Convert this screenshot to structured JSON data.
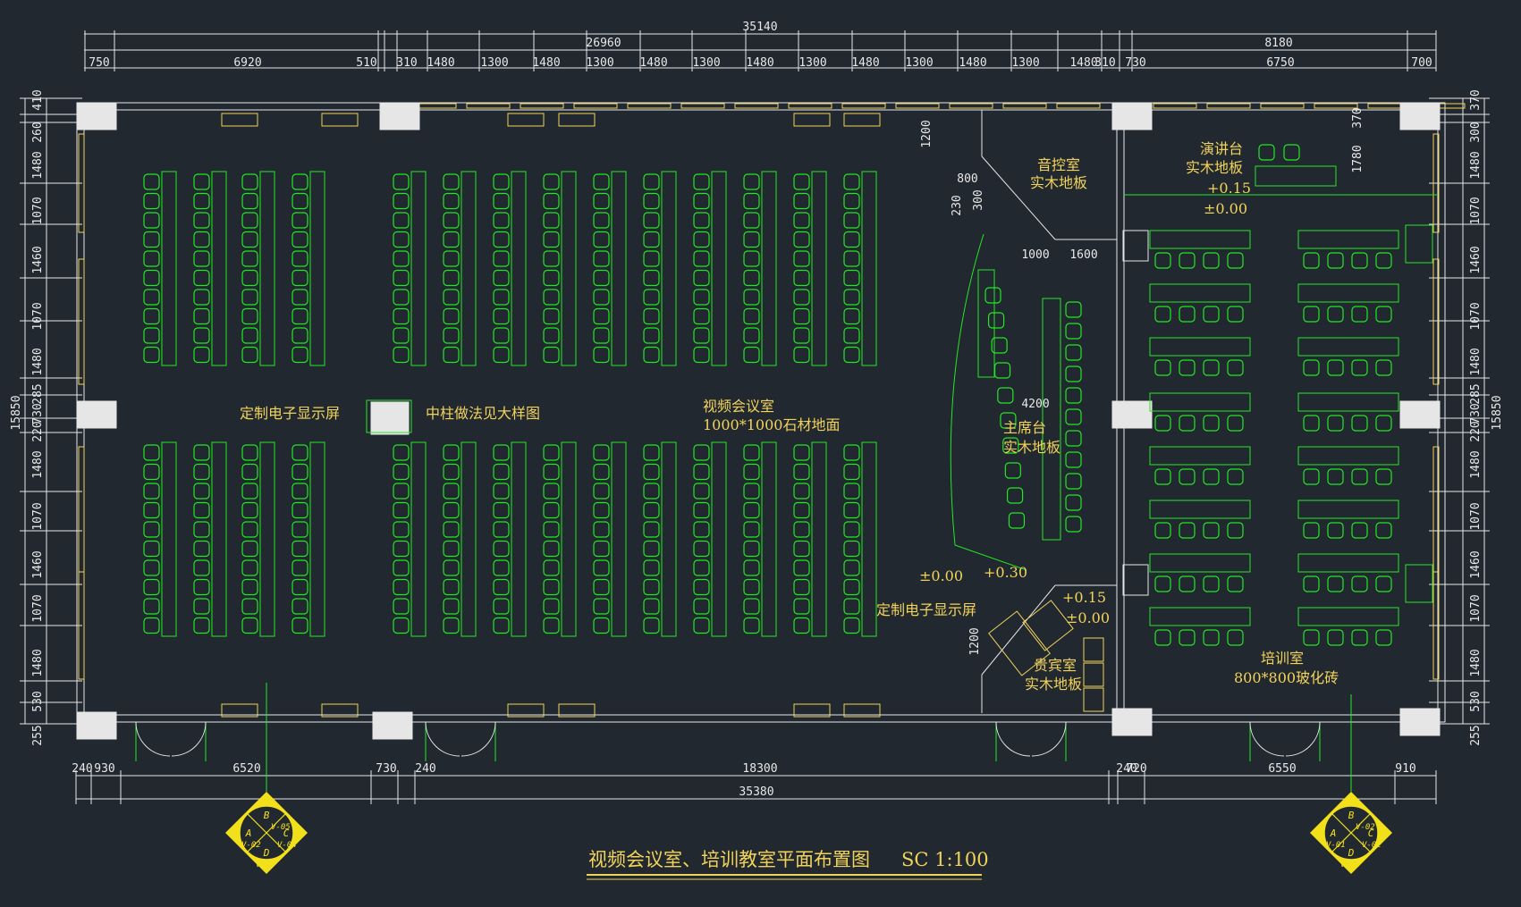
{
  "drawing": {
    "title": "视频会议室、培训教室平面布置图",
    "scale": "SC 1:100"
  },
  "dimensions": {
    "top_total": "35140",
    "top_left": "26960",
    "top_right": "8180",
    "top_row": [
      "750",
      "6920",
      "510",
      "310",
      "1480",
      "1300",
      "1480",
      "1300",
      "1480",
      "1300",
      "1480",
      "1300",
      "1480",
      "1300",
      "1480",
      "1300",
      "1480",
      "310",
      "730",
      "6750",
      "700"
    ],
    "bottom_total": "35380",
    "bottom_row": [
      "240",
      "930",
      "6520",
      "730",
      "240",
      "18300",
      "240",
      "720",
      "6550",
      "910"
    ],
    "left_total": "15850",
    "left_col": [
      "410",
      "260",
      "1480",
      "1070",
      "1460",
      "1070",
      "1480",
      "285",
      "730",
      "220",
      "1480",
      "1070",
      "1460",
      "1070",
      "1480",
      "530",
      "255"
    ],
    "right_total": "15850",
    "right_col": [
      "370",
      "300",
      "1480",
      "1070",
      "1460",
      "1070",
      "1480",
      "285",
      "730",
      "220",
      "1480",
      "1070",
      "1460",
      "1070",
      "1480",
      "530",
      "255"
    ],
    "interior": [
      "1200",
      "800",
      "300",
      "230",
      "1000",
      "1600",
      "4200",
      "1200",
      "370",
      "1780"
    ]
  },
  "labels": {
    "screen_left": "定制电子显示屏",
    "column_detail": "中柱做法见大样图",
    "video_room": "视频会议室",
    "video_floor": "1000*1000石材地面",
    "audio_room": "音控室",
    "audio_floor": "实木地板",
    "podium": "演讲台",
    "podium_floor": "实木地板",
    "level_podium": "+0.15",
    "level_zero_top": "±0.00",
    "main_stage": "主席台",
    "main_stage_floor": "实木地板",
    "level_zero_left": "±0.00",
    "level_stage": "+0.30",
    "screen_right": "定制电子显示屏",
    "level_vip": "+0.15",
    "level_zero_vip": "±0.00",
    "vip_room": "贵宾室",
    "vip_floor": "实木地板",
    "training_room": "培训室",
    "training_floor": "800*800玻化砖"
  },
  "markers": {
    "left": {
      "top": "B",
      "topref": "V-05",
      "left": "A",
      "leftref": "V-02",
      "right": "C",
      "rightref": "V-04",
      "bottom": "D",
      "bottomref": "V-05"
    },
    "right": {
      "top": "B",
      "topref": "V-02",
      "left": "A",
      "leftref": "V-01",
      "right": "C",
      "rightref": "V-02",
      "bottom": "D",
      "bottomref": "V-02"
    }
  },
  "colors": {
    "background": "#212830",
    "wall": "#e6e6e6",
    "furniture": "#22e822",
    "text": "#f2d35a",
    "marker": "#f2e11a"
  }
}
